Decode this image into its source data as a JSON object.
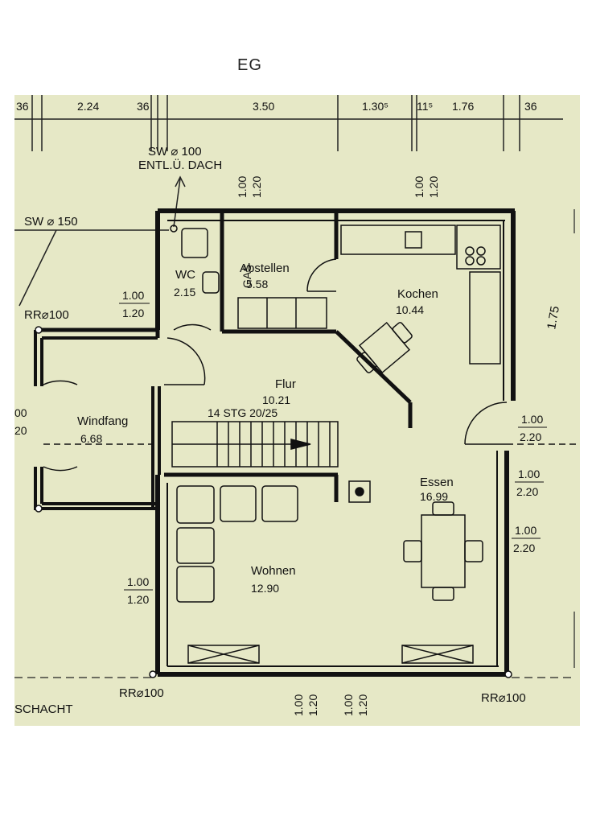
{
  "title": "EG",
  "rooms": [
    {
      "name": "WC",
      "area": "2.15"
    },
    {
      "name": "Abstellen",
      "area": "5.58"
    },
    {
      "name": "Kochen",
      "area": "10.44"
    },
    {
      "name": "Flur",
      "area": "10.21"
    },
    {
      "name": "Windfang",
      "area": "6.68"
    },
    {
      "name": "Essen",
      "area": "16.99"
    },
    {
      "name": "Wohnen",
      "area": "12.90"
    }
  ],
  "dimensions_top": [
    "36",
    "2.24",
    "36",
    "3.50",
    "1.30⁵",
    "11⁵",
    "1.76",
    "36"
  ],
  "windows": {
    "top_left_a": "1.00",
    "top_left_b": "1.20",
    "top_right_a": "1.00",
    "top_right_b": "1.20",
    "left_a": "1.00",
    "left_b": "1.20",
    "left2_a": "1.00",
    "left2_b": "1.20",
    "right1_a": "1.00",
    "right1_b": "2.20",
    "right2_a": "1.00",
    "right2_b": "2.20",
    "right3_a": "1.00",
    "right3_b": "2.20",
    "bottom1_a": "1.00",
    "bottom1_b": "1.20",
    "bottom2_a": "1.00",
    "bottom2_b": "1.20",
    "windfang_a": "00",
    "windfang_b": "20"
  },
  "pipes": {
    "sw100": "SW ⌀ 100",
    "entl": "ENTL.Ü. DACH",
    "sw150": "SW  ⌀ 150",
    "rr_left": "RR⌀100",
    "rr_bottom_left": "RR⌀100",
    "rr_bottom_right": "RR⌀100",
    "schacht": "SCHACHT",
    "gas": "GAS"
  },
  "stairs": "14 STG  20/25",
  "side_number": "1.75"
}
